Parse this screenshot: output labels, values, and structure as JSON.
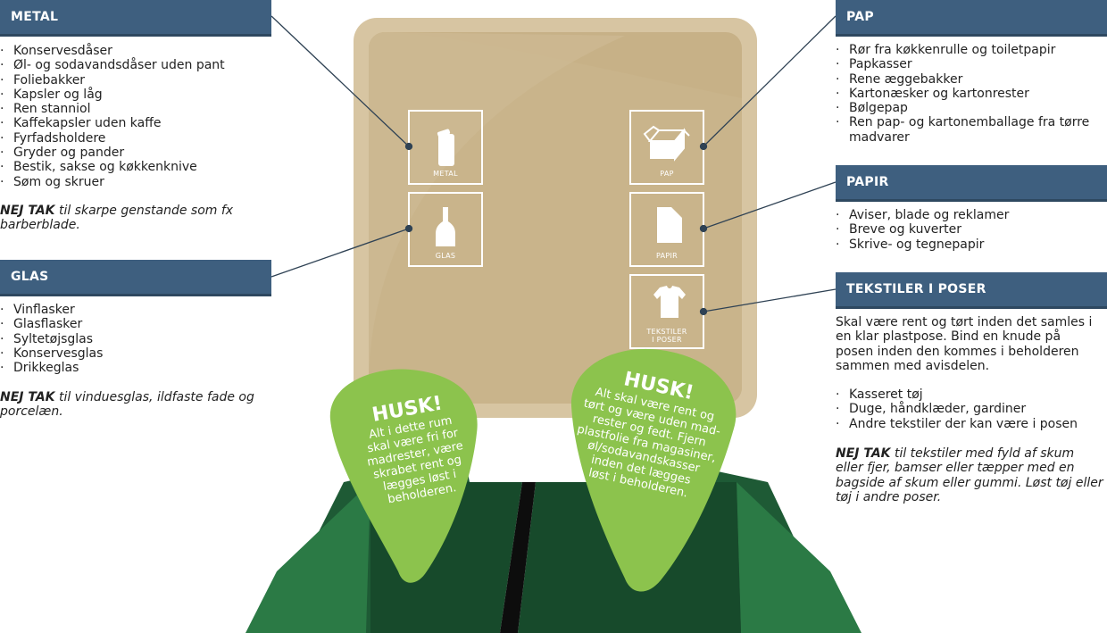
{
  "metal": {
    "title": "METAL",
    "items": [
      "Konservesdåser",
      "Øl- og sodavandsdåser uden pant",
      "Foliebakker",
      "Kapsler og låg",
      "Ren stanniol",
      "Kaffekapsler uden kaffe",
      "Fyrfadsholdere",
      "Gryder og pander",
      "Bestik, sakse og køkkenknive",
      "Søm og skruer"
    ],
    "note_bold": "NEJ TAK",
    "note_text": " til skarpe genstande som fx barberblade."
  },
  "glas": {
    "title": "GLAS",
    "items": [
      "Vinflasker",
      "Glasflasker",
      "Syltetøjsglas",
      "Konservesglas",
      "Drikkeglas"
    ],
    "note_bold": "NEJ TAK",
    "note_text": " til vinduesglas, ildfaste fade og porcelæn."
  },
  "pap": {
    "title": "PAP",
    "items": [
      "Rør fra køkkenrulle og toiletpapir",
      "Papkasser",
      "Rene æggebakker",
      "Kartonæsker og kartonrester",
      "Bølgepap",
      "Ren pap- og kartonemballage fra tørre madvarer"
    ]
  },
  "papir": {
    "title": "PAPIR",
    "items": [
      "Aviser, blade og reklamer",
      "Breve og kuverter",
      "Skrive- og tegnepapir"
    ]
  },
  "tekstiler": {
    "title": "TEKSTILER I POSER",
    "intro": "Skal være rent og tørt inden det samles i en klar plastpose. Bind en knude på posen inden den kommes i beholderen sammen med avisdelen.",
    "items": [
      "Kasseret tøj",
      "Duge, håndklæder, gardiner",
      "Andre tekstiler der kan være i posen"
    ],
    "note_bold": "NEJ TAK",
    "note_text": " til tekstiler med fyld af skum eller fjer, bamser eller tæpper med en bagside af skum eller gummi. Løst tøj eller tøj i andre poser."
  },
  "icons": {
    "metal": "METAL",
    "pap": "PAP",
    "glas": "GLAS",
    "papir": "PAPIR",
    "tekstiler_1": "TEKSTILER",
    "tekstiler_2": "I POSER"
  },
  "husk_left": {
    "title": "HUSK!",
    "lines": [
      "Alt i dette rum",
      "skal være fri for",
      "madrester, være",
      "skrabet rent og",
      "lægges løst i",
      "beholderen."
    ]
  },
  "husk_right": {
    "title": "HUSK!",
    "lines": [
      "Alt skal være rent og",
      "tørt og være uden mad-",
      "rester og fedt. Fjern",
      "plastfolie fra magasiner,",
      "øl/sodavandskasser",
      "inden det lægges",
      "løst i beholderen."
    ]
  },
  "colors": {
    "header": "#3e5f7f",
    "lid": "#c9b38c",
    "bin": "#1f5a35",
    "husk": "#8cc34d"
  }
}
